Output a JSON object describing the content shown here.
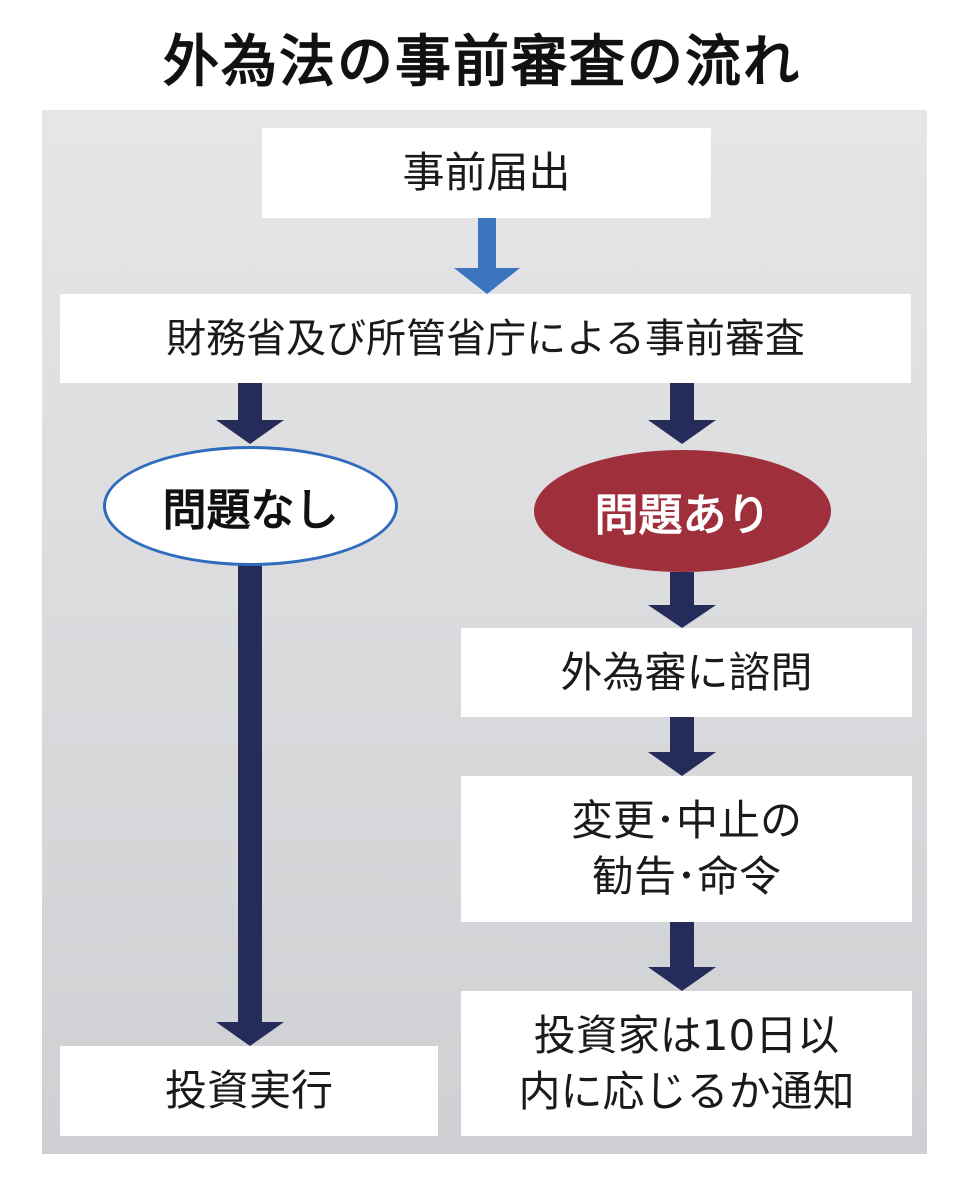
{
  "title": "外為法の事前審査の流れ",
  "colors": {
    "panel_top": "#e6e6e8",
    "panel_bottom": "#cfd0d3",
    "arrow_blue": "#3d74c0",
    "arrow_navy": "#262c5a",
    "ok_border": "#2f6cbc",
    "ng_fill": "#9e2f3b"
  },
  "nodes": {
    "prior_notification": "事前届出",
    "ministry_review": "財務省及び所管省庁による事前審査",
    "no_issue": "問題なし",
    "issue": "問題あり",
    "consult_council": "外為審に諮問",
    "recommendation_line1": "変更･中止の",
    "recommendation_line2": "勧告･命令",
    "investor_reply_line1": "投資家は10日以",
    "investor_reply_line2": "内に応じるか通知",
    "investment_execution": "投資実行"
  }
}
